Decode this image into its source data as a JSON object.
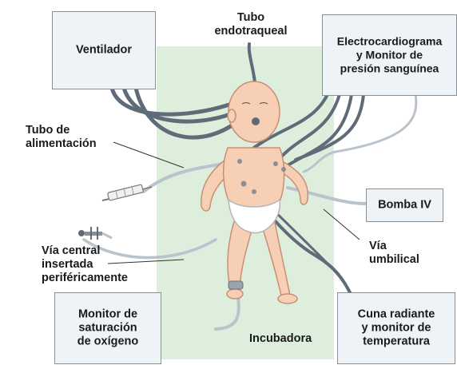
{
  "colors": {
    "incubator": "#ddeedd",
    "box_fill": "#eef3f8",
    "box_border": "#8a8f96",
    "tube": "#5f6b78",
    "tube_light": "#b9c3cc",
    "skin": "#f6cfb5",
    "skin_outline": "#c98f73",
    "diaper": "#ffffff"
  },
  "icons": [
    "syringe-icon",
    "iv-connector-icon",
    "baby-illustration"
  ],
  "boxes": {
    "ventilator": "Ventilador",
    "ecg": "Electrocardiograma\ny Monitor de\npresión sanguínea",
    "iv_pump": "Bomba IV",
    "oxygen_monitor": "Monitor de\nsaturación\nde oxígeno",
    "radiant_warmer": "Cuna radiante\ny monitor de\ntemperatura"
  },
  "labels": {
    "endotracheal_tube": "Tubo\nendotraqueal",
    "feeding_tube": "Tubo de\nalimentación",
    "picc_line": "Vía central\ninsertada\nperiféricamente",
    "umbilical_line": "Vía\numbilical",
    "incubator": "Incubadora"
  }
}
